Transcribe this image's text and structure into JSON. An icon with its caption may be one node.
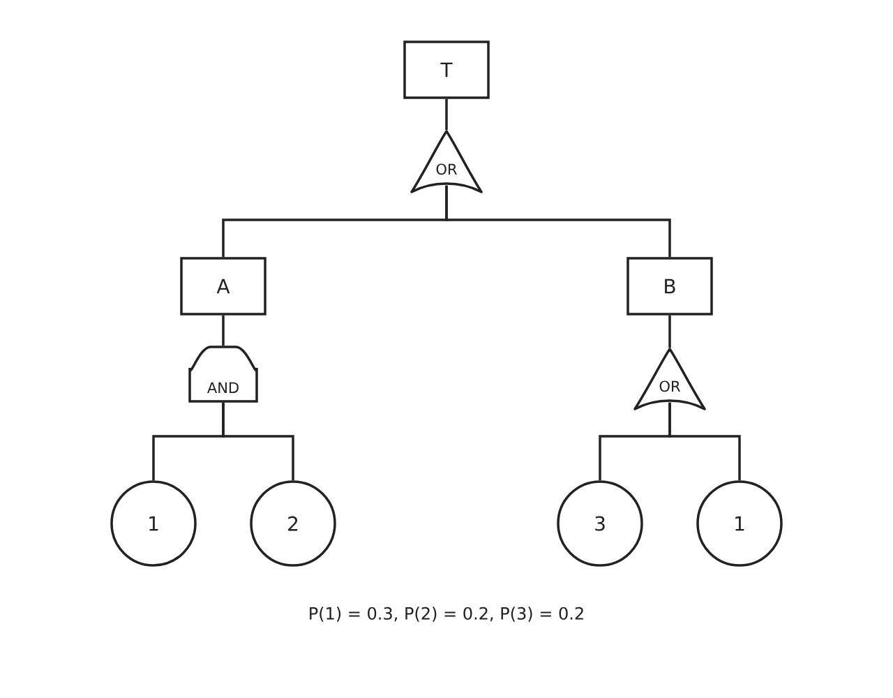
{
  "diagram": {
    "nodes": [
      {
        "text": [
          "T"
        ]
      },
      {
        "text": [
          "OR"
        ]
      },
      {
        "text": [
          "A"
        ]
      },
      {
        "text": [
          "B"
        ]
      },
      {
        "text": [
          "AND"
        ]
      },
      {
        "text": [
          "OR"
        ]
      },
      {
        "text": [
          "1"
        ]
      },
      {
        "text": [
          "2"
        ]
      },
      {
        "text": [
          "3"
        ]
      },
      {
        "text": [
          "1"
        ]
      }
    ],
    "edges": [
      {
        "from": 0,
        "to": 1,
        "arrow": "none"
      },
      {
        "from": 1,
        "to": 2,
        "arrow": "none"
      },
      {
        "from": 1,
        "to": 3,
        "arrow": "none"
      },
      {
        "from": 2,
        "to": 4,
        "arrow": "none"
      },
      {
        "from": 3,
        "to": 5,
        "arrow": "none"
      },
      {
        "from": 4,
        "to": 6,
        "arrow": "none"
      },
      {
        "from": 4,
        "to": 7,
        "arrow": "none"
      },
      {
        "from": 5,
        "to": 8,
        "arrow": "none"
      },
      {
        "from": 5,
        "to": 9,
        "arrow": "none"
      }
    ],
    "labels": [
      "P(1) = 0.3, P(2) = 0.2, P(3) = 0.2"
    ]
  }
}
